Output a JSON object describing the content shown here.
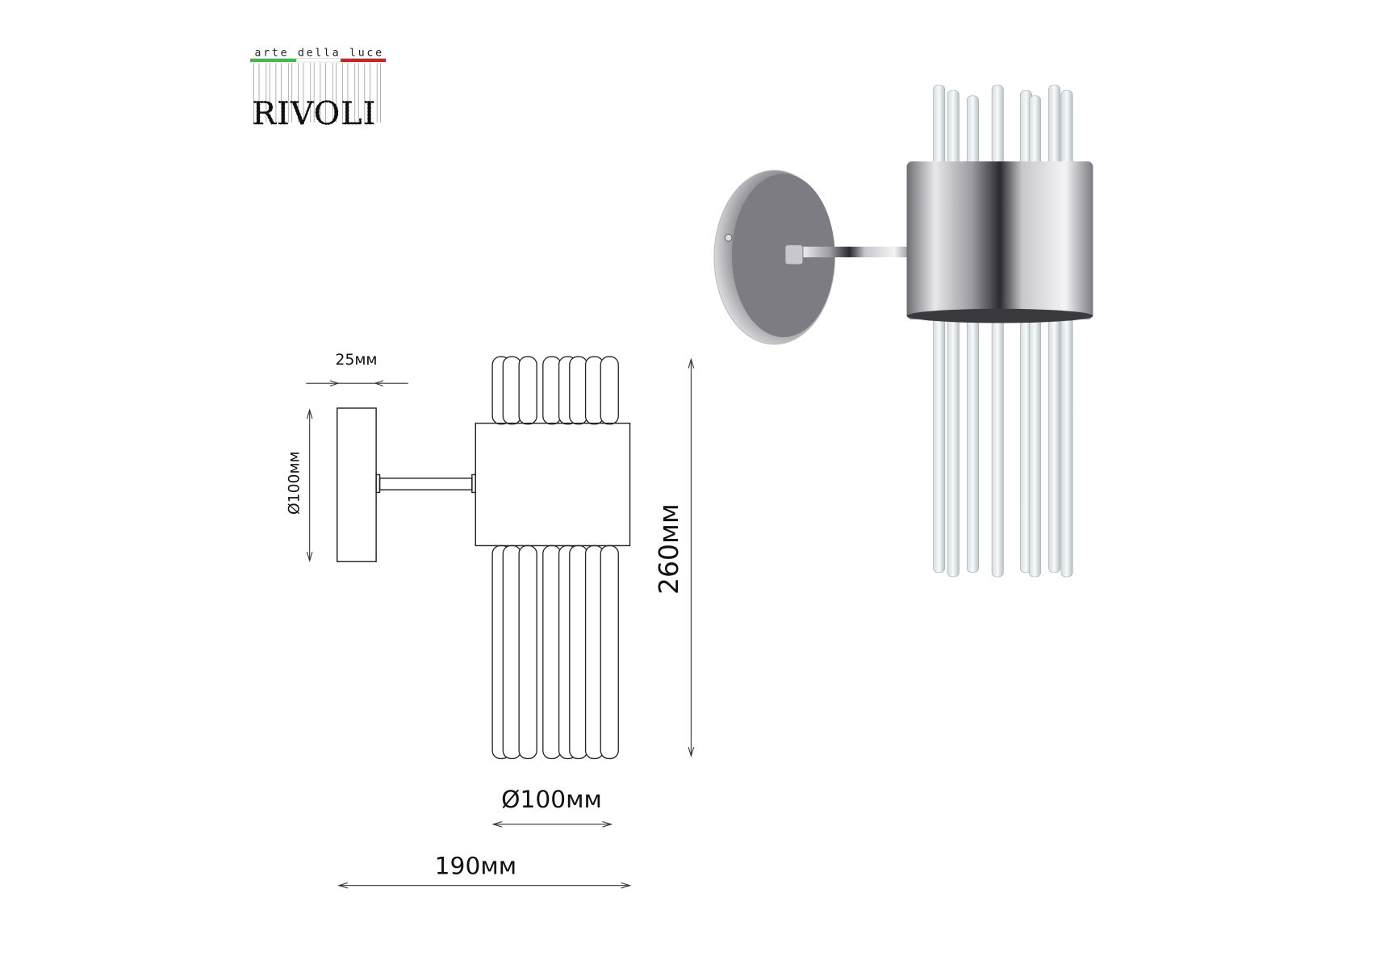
{
  "logo": {
    "tagline": "arte della luce",
    "brand": "RIVOLI",
    "flag_colors": [
      "#3fbf3f",
      "#ffffff",
      "#d42020"
    ]
  },
  "dimensions": {
    "base_depth": "25мм",
    "base_diameter": "Ø100мм",
    "height": "260мм",
    "shade_diameter": "Ø100мм",
    "total_projection": "190мм"
  }
}
